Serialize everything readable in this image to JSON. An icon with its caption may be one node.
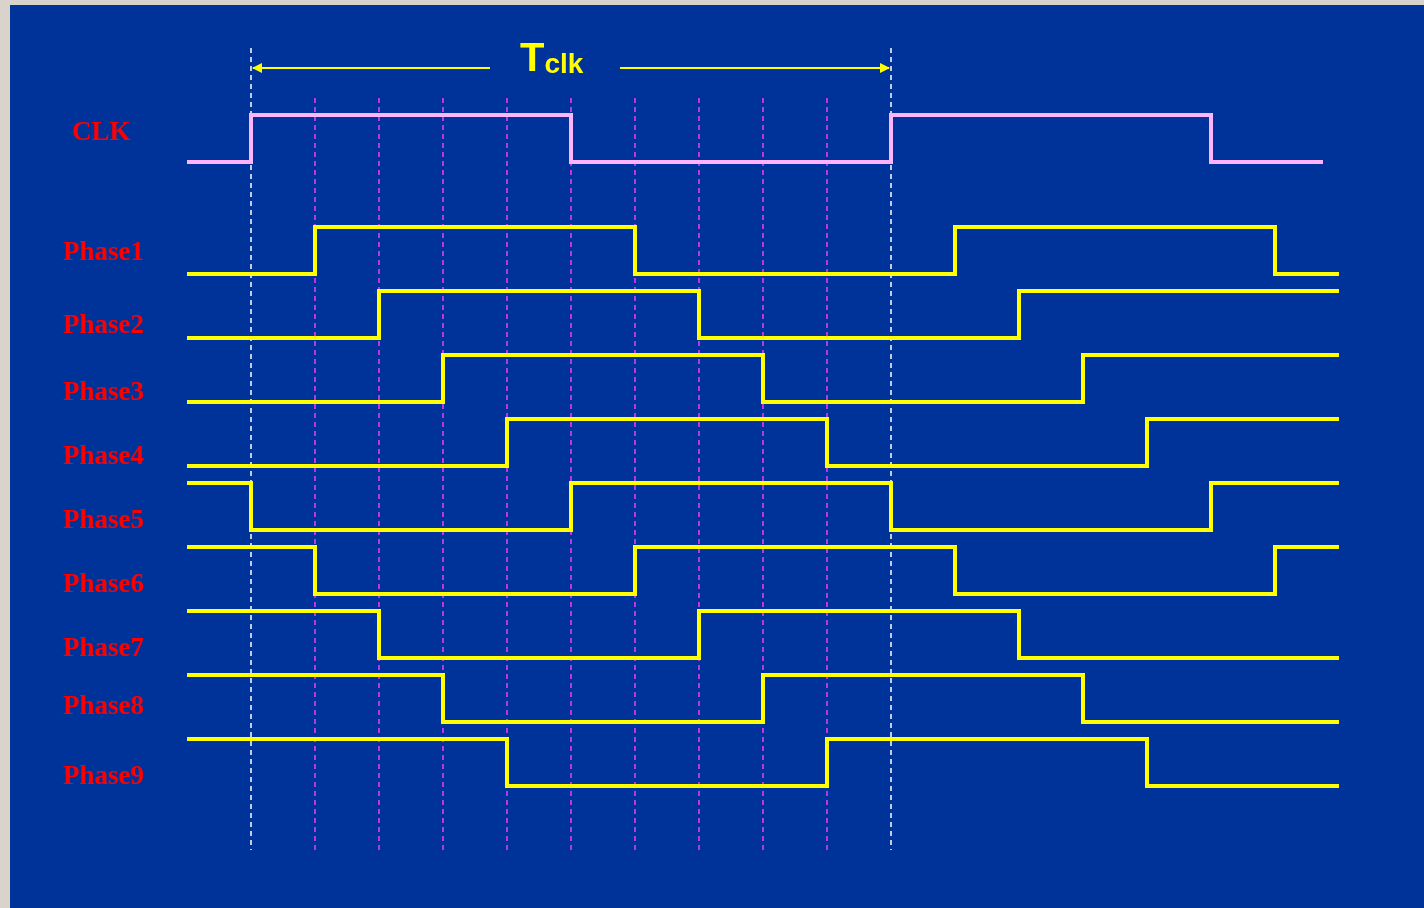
{
  "diagram": {
    "labels": [
      "T$_{clk}$",
      "CLK",
      "Phase1",
      "Phase2",
      "Phase3",
      "Phase4",
      "Phase5",
      "Phase6",
      "Phase7",
      "Phase8",
      "Phase9"
    ]
  }
}
